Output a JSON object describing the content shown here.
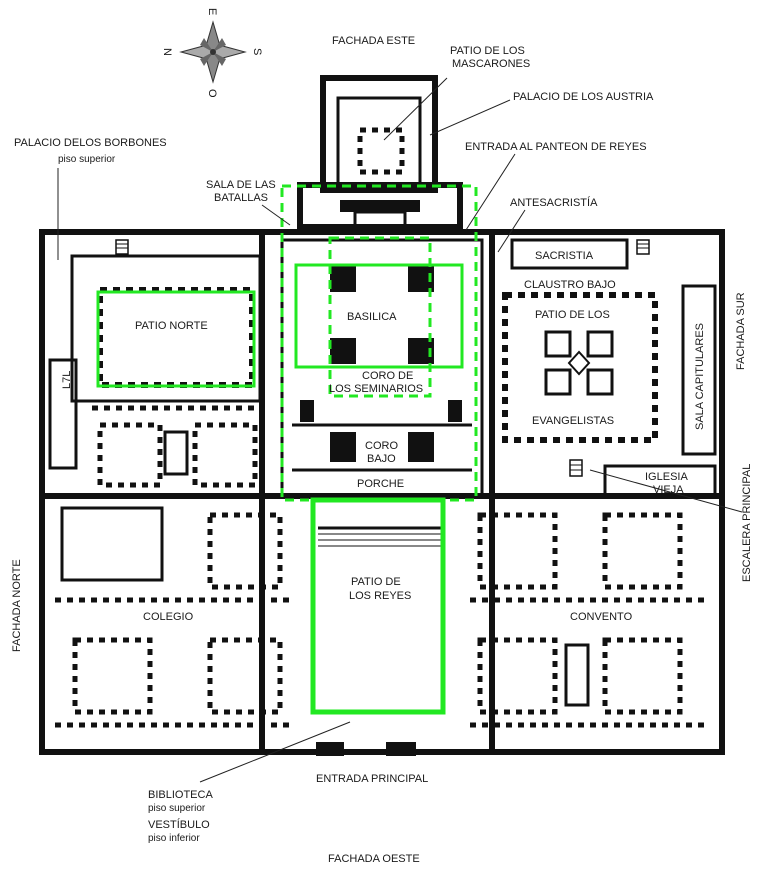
{
  "compass": {
    "north": "N",
    "south": "S",
    "east": "E",
    "west": "O"
  },
  "labels": {
    "fachada_este": "FACHADA ESTE",
    "patio_mascarones_1": "PATIO DE LOS",
    "patio_mascarones_2": "MASCARONES",
    "palacio_austria": "PALACIO DE LOS AUSTRIA",
    "palacio_borbones_1": "PALACIO DELOS BORBONES",
    "palacio_borbones_2": "piso superior",
    "entrada_panteon": "ENTRADA AL PANTEON DE REYES",
    "sala_batallas_1": "SALA DE LAS",
    "sala_batallas_2": "BATALLAS",
    "antesacristia": "ANTESACRISTÍA",
    "sacristia": "SACRISTIA",
    "claustro_bajo": "CLAUSTRO BAJO",
    "patio_norte": "PATIO NORTE",
    "basilica": "BASILICA",
    "patio_evangelistas_1": "PATIO DE LOS",
    "patio_evangelistas_2": "EVANGELISTAS",
    "sala_capitulares": "SALA CAPITULARES",
    "fachada_sur": "FACHADA SUR",
    "coro_seminarios_1": "CORO DE",
    "coro_seminarios_2": "LOS SEMINARIOS",
    "coro_bajo_1": "CORO",
    "coro_bajo_2": "BAJO",
    "porche": "PORCHE",
    "iglesia_vieja_1": "IGLESIA",
    "iglesia_vieja_2": "VIEJA",
    "escalera_principal": "ESCALERA PRINCIPAL",
    "fachada_norte": "FACHADA NORTE",
    "patio_reyes_1": "PATIO DE",
    "patio_reyes_2": "LOS REYES",
    "colegio": "COLEGIO",
    "convento": "CONVENTO",
    "entrada_principal": "ENTRADA PRINCIPAL",
    "biblioteca_1": "BIBLIOTECA",
    "biblioteca_2": "piso superior",
    "vestibulo_1": "VESTÍBULO",
    "vestibulo_2": "piso inferior",
    "fachada_oeste": "FACHADA OESTE",
    "small_mark": "L7L"
  },
  "colors": {
    "highlight": "#22e822",
    "ink": "#111111",
    "paper": "#ffffff"
  }
}
